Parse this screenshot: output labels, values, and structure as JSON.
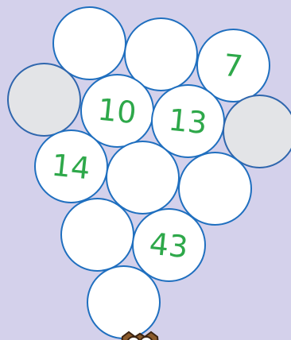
{
  "game": {
    "cells": [
      {
        "id": "r0c0",
        "label": "",
        "state": "empty"
      },
      {
        "id": "r0c1",
        "label": "",
        "state": "empty"
      },
      {
        "id": "r0c2",
        "label": "7",
        "state": "filled"
      },
      {
        "id": "r1c0",
        "label": "",
        "state": "disabled"
      },
      {
        "id": "r1c1",
        "label": "10",
        "state": "filled"
      },
      {
        "id": "r1c2",
        "label": "13",
        "state": "filled"
      },
      {
        "id": "r1c3",
        "label": "",
        "state": "disabled"
      },
      {
        "id": "r2c0",
        "label": "14",
        "state": "filled"
      },
      {
        "id": "r2c1",
        "label": "",
        "state": "empty"
      },
      {
        "id": "r2c2",
        "label": "",
        "state": "empty"
      },
      {
        "id": "r3c0",
        "label": "",
        "state": "empty"
      },
      {
        "id": "r3c1",
        "label": "43",
        "state": "filled"
      },
      {
        "id": "r4c0",
        "label": "",
        "state": "empty"
      }
    ]
  },
  "colors": {
    "background": "#d4d1eb",
    "circle_fill": "#ffffff",
    "circle_fill_disabled": "#e3e4e7",
    "circle_border": "#1f6fbf",
    "number": "#2ea84a"
  },
  "icons": {
    "mascot": "owl-mascot-icon"
  }
}
